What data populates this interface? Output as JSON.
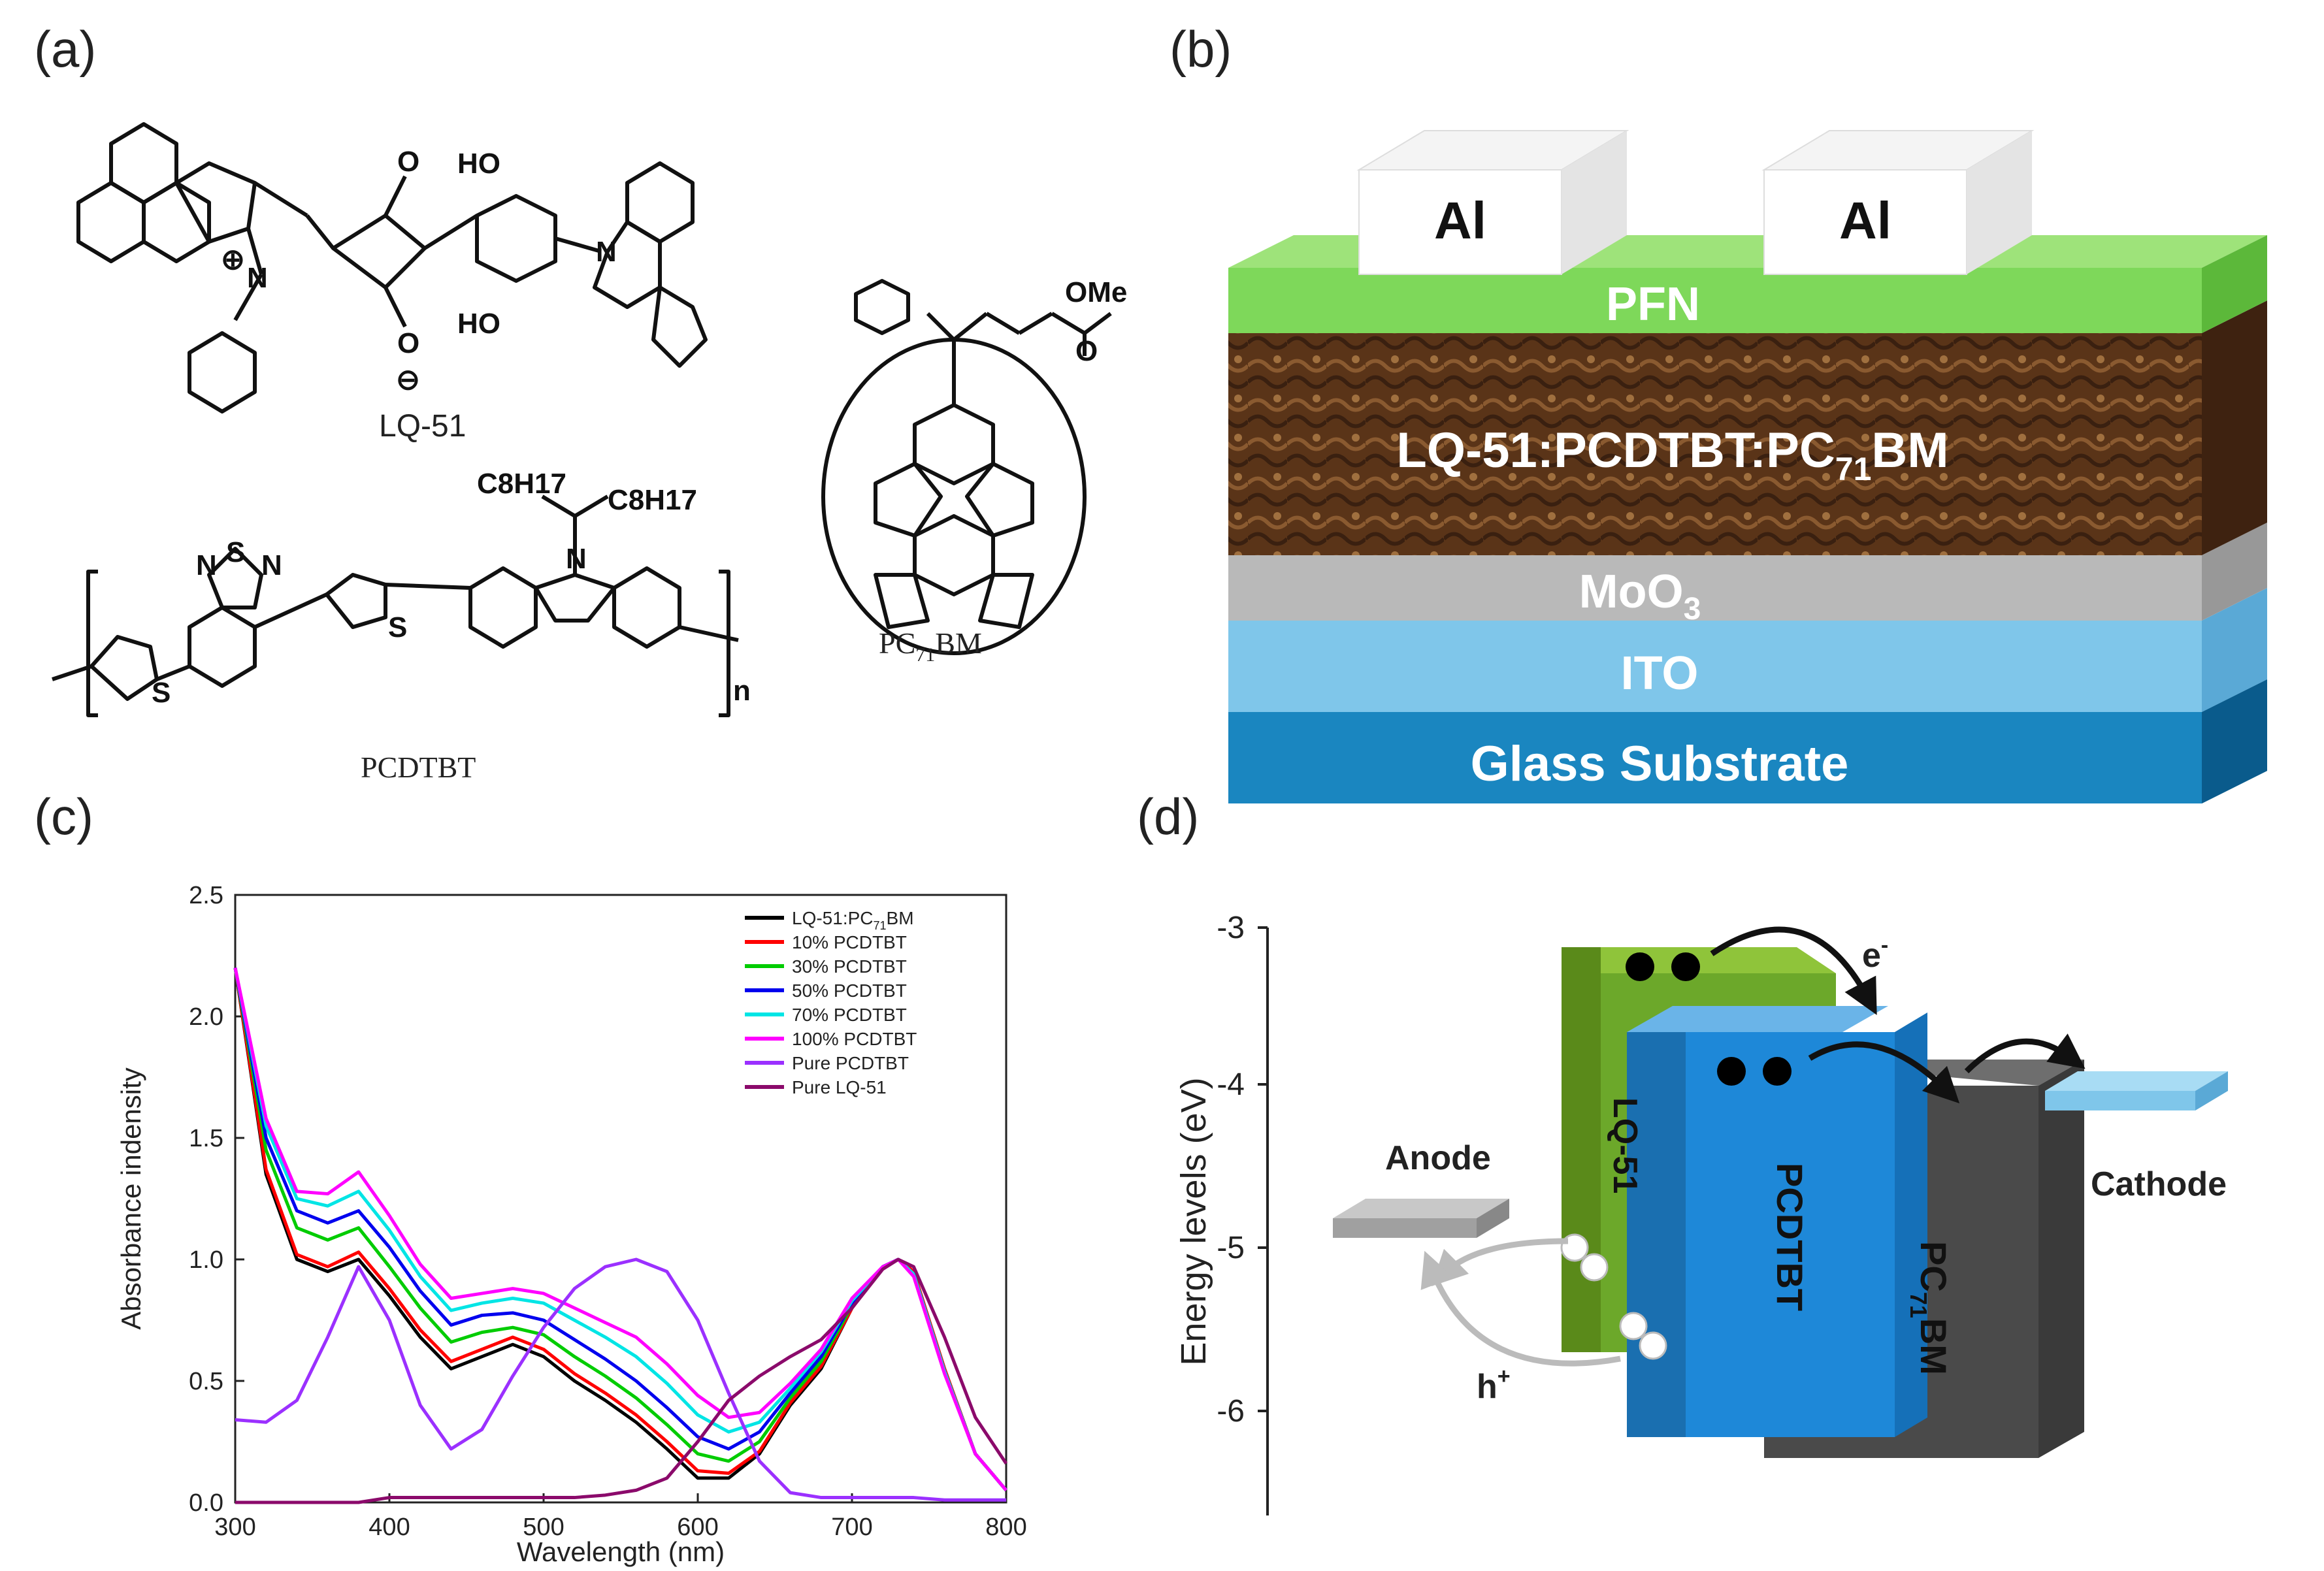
{
  "panels": {
    "a": "(a)",
    "b": "(b)",
    "c": "(c)",
    "d": "(d)"
  },
  "panel_a": {
    "lq51": {
      "name": "LQ-51",
      "atoms": {
        "O_top": "O",
        "O_bottom": "O",
        "minus": "⊖",
        "plus": "⊕",
        "N1": "N",
        "HO_top": "HO",
        "HO_bottom": "HO",
        "N2": "N"
      }
    },
    "pcdtbt": {
      "name": "PCDTBT",
      "atoms": {
        "S_top": "S",
        "N_left": "N",
        "N_right": "N",
        "S1": "S",
        "S2": "S",
        "N_carb": "N",
        "n": "n",
        "alkyl_left": "C8H17",
        "alkyl_right": "C8H17"
      }
    },
    "pc71bm": {
      "name_main": "PC",
      "name_sub": "71",
      "name_tail": "BM",
      "OMe": "OMe",
      "O": "O"
    }
  },
  "panel_b": {
    "electrode_left": "Al",
    "electrode_right": "Al",
    "layers": [
      {
        "label": "PFN",
        "color": "#7ed85a"
      },
      {
        "label_main": "LQ-51:PCDTBT:PC",
        "label_sub": "71",
        "label_tail": "BM",
        "color": "#5a3418"
      },
      {
        "label_main": "MoO",
        "label_sub": "3",
        "color": "#b9b9b9"
      },
      {
        "label": "ITO",
        "color": "#7fc6ea"
      },
      {
        "label": "Glass Substrate",
        "color": "#1a86c0"
      }
    ]
  },
  "chart_data": {
    "type": "line",
    "xlabel": "Wavelength (nm)",
    "ylabel": "Absorbance indensity",
    "xlim": [
      300,
      800
    ],
    "ylim": [
      0,
      2.5
    ],
    "xticks": [
      300,
      400,
      500,
      600,
      700,
      800
    ],
    "yticks": [
      "0.0",
      "0.5",
      "1.0",
      "1.5",
      "2.0",
      "2.5"
    ],
    "legend_position": "top-right",
    "x": [
      300,
      320,
      340,
      360,
      380,
      400,
      420,
      440,
      460,
      480,
      500,
      520,
      540,
      560,
      580,
      600,
      620,
      640,
      660,
      680,
      700,
      720,
      730,
      740,
      760,
      780,
      800
    ],
    "series": [
      {
        "name": "LQ-51:PC71BM",
        "legend_main": "LQ-51:PC",
        "legend_sub": "71",
        "legend_tail": "BM",
        "color": "#000000",
        "values": [
          2.2,
          1.35,
          1.0,
          0.95,
          1.0,
          0.85,
          0.68,
          0.55,
          0.6,
          0.65,
          0.6,
          0.5,
          0.42,
          0.33,
          0.22,
          0.1,
          0.1,
          0.2,
          0.4,
          0.55,
          0.8,
          0.97,
          1.0,
          0.95,
          0.55,
          0.2,
          0.05
        ]
      },
      {
        "name": "10% PCDTBT",
        "color": "#ff0000",
        "values": [
          2.2,
          1.37,
          1.02,
          0.97,
          1.03,
          0.88,
          0.71,
          0.58,
          0.63,
          0.68,
          0.63,
          0.53,
          0.45,
          0.36,
          0.25,
          0.13,
          0.12,
          0.21,
          0.41,
          0.56,
          0.8,
          0.97,
          1.0,
          0.95,
          0.55,
          0.2,
          0.05
        ]
      },
      {
        "name": "30% PCDTBT",
        "color": "#00cc00",
        "values": [
          2.2,
          1.45,
          1.13,
          1.08,
          1.13,
          0.97,
          0.8,
          0.66,
          0.7,
          0.72,
          0.69,
          0.6,
          0.52,
          0.43,
          0.32,
          0.2,
          0.17,
          0.25,
          0.43,
          0.58,
          0.81,
          0.97,
          1.0,
          0.94,
          0.54,
          0.2,
          0.05
        ]
      },
      {
        "name": "50% PCDTBT",
        "color": "#0000ee",
        "values": [
          2.2,
          1.5,
          1.2,
          1.15,
          1.2,
          1.05,
          0.87,
          0.73,
          0.77,
          0.78,
          0.75,
          0.67,
          0.59,
          0.5,
          0.39,
          0.27,
          0.22,
          0.29,
          0.45,
          0.6,
          0.82,
          0.97,
          1.0,
          0.94,
          0.54,
          0.2,
          0.05
        ]
      },
      {
        "name": "70% PCDTBT",
        "color": "#00e5e5",
        "values": [
          2.2,
          1.55,
          1.25,
          1.22,
          1.28,
          1.12,
          0.93,
          0.79,
          0.82,
          0.84,
          0.82,
          0.75,
          0.68,
          0.6,
          0.49,
          0.36,
          0.29,
          0.33,
          0.47,
          0.62,
          0.83,
          0.97,
          1.0,
          0.94,
          0.54,
          0.2,
          0.05
        ]
      },
      {
        "name": "100% PCDTBT",
        "color": "#ff00ff",
        "values": [
          2.2,
          1.58,
          1.28,
          1.27,
          1.36,
          1.18,
          0.98,
          0.84,
          0.86,
          0.88,
          0.86,
          0.8,
          0.74,
          0.68,
          0.57,
          0.44,
          0.35,
          0.37,
          0.49,
          0.63,
          0.84,
          0.97,
          1.0,
          0.93,
          0.53,
          0.2,
          0.05
        ]
      },
      {
        "name": "Pure PCDTBT",
        "color": "#9b30ff",
        "values": [
          0.34,
          0.33,
          0.42,
          0.68,
          0.97,
          0.75,
          0.4,
          0.22,
          0.3,
          0.52,
          0.72,
          0.88,
          0.97,
          1.0,
          0.95,
          0.75,
          0.45,
          0.17,
          0.04,
          0.02,
          0.02,
          0.02,
          0.02,
          0.02,
          0.01,
          0.01,
          0.01
        ]
      },
      {
        "name": "Pure LQ-51",
        "color": "#8b0a6b",
        "values": [
          0.0,
          0.0,
          0.0,
          0.0,
          0.0,
          0.02,
          0.02,
          0.02,
          0.02,
          0.02,
          0.02,
          0.02,
          0.03,
          0.05,
          0.1,
          0.25,
          0.42,
          0.52,
          0.6,
          0.67,
          0.8,
          0.96,
          1.0,
          0.97,
          0.68,
          0.35,
          0.16
        ]
      }
    ]
  },
  "panel_d": {
    "ylabel": "Energy levels (eV)",
    "yticks": [
      "-3",
      "-4",
      "-5",
      "-6"
    ],
    "anode": "Anode",
    "cathode": "Cathode",
    "lq51_label": "LQ-51",
    "pcdtbt_label": "PCDTBT",
    "pc71bm_main": "PC",
    "pc71bm_sub": "71",
    "pc71bm_tail": "BM",
    "electron": "e",
    "electron_sup": "-",
    "hole": "h",
    "hole_sup": "+"
  }
}
